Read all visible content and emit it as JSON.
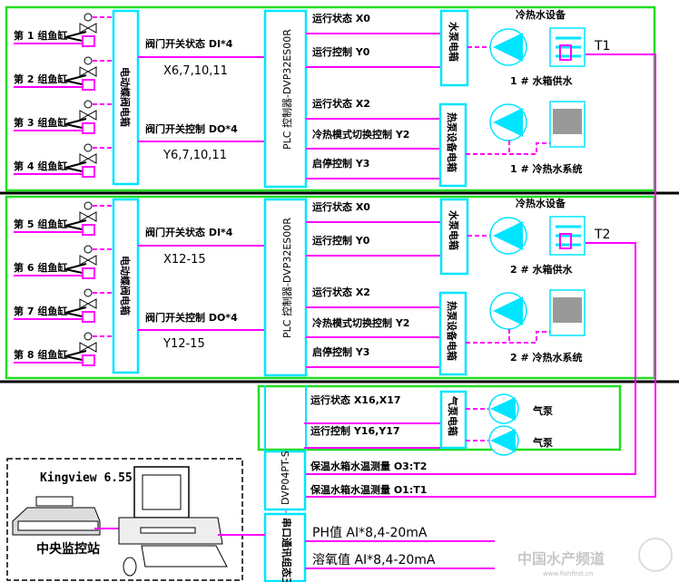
{
  "section1": {
    "tanks": [
      "第 1 组鱼缸",
      "第 2 组鱼缸",
      "第 3 组鱼缸",
      "第 4 组鱼缸"
    ],
    "valve_box": "电动蝶阀电箱",
    "di_label": "阀门开关状态 DI*4",
    "di_points": "X6,7,10,11",
    "do_label": "阀门开关控制 DO*4",
    "do_points": "Y6,7,10,11",
    "plc": "PLC 控制器-DVP32ES00R",
    "rows": [
      "运行状态  X0",
      "运行控制  Y0",
      "运行状态  X2",
      "冷热模式切换控制  Y2",
      "启停控制  Y3"
    ],
    "pump_box": "水泵电箱",
    "heat_box": "热泵设备电箱",
    "equip_title": "冷热水设备",
    "tank_tag": "T1",
    "pump_caption": "1 # 水箱供水",
    "heat_caption": "1 # 冷热水系统"
  },
  "section2": {
    "tanks": [
      "第 5 组鱼缸",
      "第 6 组鱼缸",
      "第 7 组鱼缸",
      "第 8 组鱼缸"
    ],
    "valve_box": "电动蝶阀电箱",
    "di_label": "阀门开关状态 DI*4",
    "di_points": "X12-15",
    "do_label": "阀门开关控制 DO*4",
    "do_points": "Y12-15",
    "plc": "PLC 控制器-DVP32ES00R",
    "rows": [
      "运行状态  X0",
      "运行控制  Y0",
      "运行状态  X2",
      "冷热模式切换控制  Y2",
      "启停控制  Y3"
    ],
    "pump_box": "水泵电箱",
    "heat_box": "热泵设备电箱",
    "equip_title": "冷热水设备",
    "tank_tag": "T2",
    "pump_caption": "2 # 水箱供水",
    "heat_caption": "2 # 冷热水系统"
  },
  "air": {
    "rows": [
      "运行状态  X16,X17",
      "运行控制  Y16,Y17"
    ],
    "box": "气泵电箱",
    "pumps": [
      "气泵",
      "气泵"
    ]
  },
  "temp": {
    "module": "DVP04PT-S",
    "rows": [
      "保温水箱水温测量  O3:T2",
      "保温水箱水温测量  O1:T1"
    ]
  },
  "serial": {
    "module": "串口通讯组态王软件",
    "rows": [
      "PH值  AI*8,4-20mA",
      "溶氧值  AI*8,4-20mA"
    ]
  },
  "station": {
    "software": "Kingview 6.55",
    "name": "中央监控站"
  },
  "watermark": {
    "text": "中国水产频道",
    "url": "www.fishfirst.cn"
  }
}
